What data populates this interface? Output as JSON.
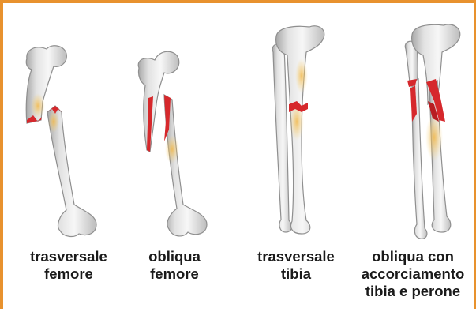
{
  "colors": {
    "border": "#e8922e",
    "bone": "#e9e9e9",
    "bone_shadow": "#b9b9b9",
    "fracture": "#d6282c",
    "bruise": "#f1c35a"
  },
  "panels": [
    {
      "line1": "trasversale",
      "line2": "femore"
    },
    {
      "line1": "obliqua",
      "line2": "femore"
    },
    {
      "line1": "trasversale",
      "line2": "tibia"
    },
    {
      "line1": "obliqua con",
      "line2": "accorciamento",
      "line3": "tibia e perone"
    }
  ]
}
